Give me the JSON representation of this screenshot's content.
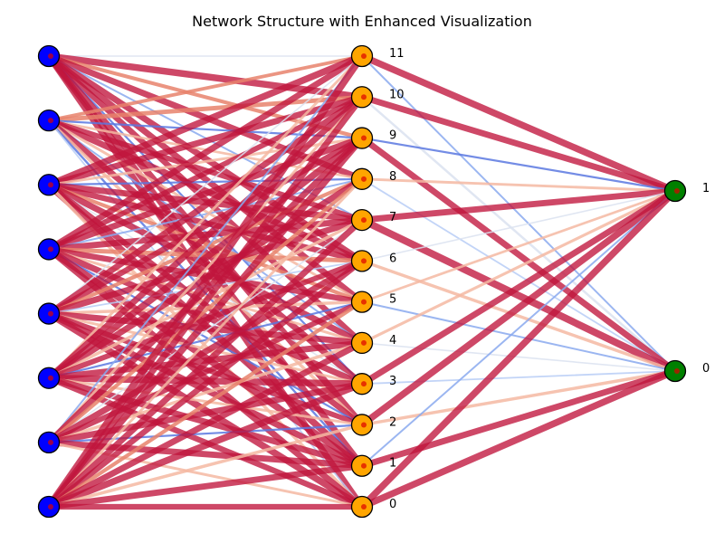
{
  "title": "Network Structure with Enhanced Visualization",
  "colors": {
    "input_node": "#0000ff",
    "hidden_node": "#ffa500",
    "output_node": "#008000",
    "node_edge": "#000000",
    "center_dot": "#dd0000",
    "edge_strong_pos": "#c0143c",
    "edge_mid_pos": "#e8836c",
    "edge_weak_pos": "#f4b8a2",
    "edge_neutral": "#dbe2f0",
    "edge_weak_neg": "#b7cdf6",
    "edge_mid_neg": "#8aa9ef",
    "edge_strong_neg": "#5a78e0"
  },
  "layers": [
    {
      "name": "input",
      "labels": [
        "",
        "",
        "",
        "",
        "",
        "",
        "",
        ""
      ]
    },
    {
      "name": "hidden",
      "labels": [
        "11",
        "10",
        "9",
        "8",
        "7",
        "6",
        "5",
        "4",
        "3",
        "2",
        "1",
        "0"
      ]
    },
    {
      "name": "output",
      "labels": [
        "1",
        "0"
      ]
    }
  ],
  "edges": [
    [
      0,
      0,
      0
    ],
    [
      0,
      0,
      1
    ],
    [
      0,
      0,
      2
    ],
    [
      0,
      0,
      3
    ],
    [
      0,
      0,
      4
    ],
    [
      0,
      0,
      5
    ],
    [
      0,
      0,
      6
    ],
    [
      0,
      0,
      7
    ],
    [
      0,
      0,
      8
    ],
    [
      0,
      0,
      9
    ],
    [
      0,
      0,
      10
    ],
    [
      0,
      0,
      11
    ],
    [
      0,
      1,
      0
    ],
    [
      0,
      1,
      1
    ],
    [
      0,
      1,
      2
    ],
    [
      0,
      1,
      3
    ],
    [
      0,
      1,
      4
    ],
    [
      0,
      1,
      5
    ],
    [
      0,
      1,
      6
    ],
    [
      0,
      1,
      7
    ],
    [
      0,
      1,
      8
    ],
    [
      0,
      1,
      9
    ],
    [
      0,
      1,
      10
    ],
    [
      0,
      1,
      11
    ],
    [
      0,
      2,
      0
    ],
    [
      0,
      2,
      1
    ],
    [
      0,
      2,
      2
    ],
    [
      0,
      2,
      3
    ],
    [
      0,
      2,
      4
    ],
    [
      0,
      2,
      5
    ],
    [
      0,
      2,
      6
    ],
    [
      0,
      2,
      7
    ],
    [
      0,
      2,
      8
    ],
    [
      0,
      2,
      9
    ],
    [
      0,
      2,
      10
    ],
    [
      0,
      2,
      11
    ],
    [
      0,
      3,
      0
    ],
    [
      0,
      3,
      1
    ],
    [
      0,
      3,
      2
    ],
    [
      0,
      3,
      3
    ],
    [
      0,
      3,
      4
    ],
    [
      0,
      3,
      5
    ],
    [
      0,
      3,
      6
    ],
    [
      0,
      3,
      7
    ],
    [
      0,
      3,
      8
    ],
    [
      0,
      3,
      9
    ],
    [
      0,
      3,
      10
    ],
    [
      0,
      3,
      11
    ],
    [
      0,
      4,
      0
    ],
    [
      0,
      4,
      1
    ],
    [
      0,
      4,
      2
    ],
    [
      0,
      4,
      3
    ],
    [
      0,
      4,
      4
    ],
    [
      0,
      4,
      5
    ],
    [
      0,
      4,
      6
    ],
    [
      0,
      4,
      7
    ],
    [
      0,
      4,
      8
    ],
    [
      0,
      4,
      9
    ],
    [
      0,
      4,
      10
    ],
    [
      0,
      4,
      11
    ],
    [
      0,
      5,
      0
    ],
    [
      0,
      5,
      1
    ],
    [
      0,
      5,
      2
    ],
    [
      0,
      5,
      3
    ],
    [
      0,
      5,
      4
    ],
    [
      0,
      5,
      5
    ],
    [
      0,
      5,
      6
    ],
    [
      0,
      5,
      7
    ],
    [
      0,
      5,
      8
    ],
    [
      0,
      5,
      9
    ],
    [
      0,
      5,
      10
    ],
    [
      0,
      5,
      11
    ],
    [
      0,
      6,
      0
    ],
    [
      0,
      6,
      1
    ],
    [
      0,
      6,
      2
    ],
    [
      0,
      6,
      3
    ],
    [
      0,
      6,
      4
    ],
    [
      0,
      6,
      5
    ],
    [
      0,
      6,
      6
    ],
    [
      0,
      6,
      7
    ],
    [
      0,
      6,
      8
    ],
    [
      0,
      6,
      9
    ],
    [
      0,
      6,
      10
    ],
    [
      0,
      6,
      11
    ],
    [
      0,
      7,
      0
    ],
    [
      0,
      7,
      1
    ],
    [
      0,
      7,
      2
    ],
    [
      0,
      7,
      3
    ],
    [
      0,
      7,
      4
    ],
    [
      0,
      7,
      5
    ],
    [
      0,
      7,
      6
    ],
    [
      0,
      7,
      7
    ],
    [
      0,
      7,
      8
    ],
    [
      0,
      7,
      9
    ],
    [
      0,
      7,
      10
    ],
    [
      0,
      7,
      11
    ],
    [
      1,
      0,
      0
    ],
    [
      1,
      0,
      1
    ],
    [
      1,
      1,
      0
    ],
    [
      1,
      1,
      1
    ],
    [
      1,
      2,
      0
    ],
    [
      1,
      2,
      1
    ],
    [
      1,
      3,
      0
    ],
    [
      1,
      3,
      1
    ],
    [
      1,
      4,
      0
    ],
    [
      1,
      4,
      1
    ],
    [
      1,
      5,
      0
    ],
    [
      1,
      5,
      1
    ],
    [
      1,
      6,
      0
    ],
    [
      1,
      6,
      1
    ],
    [
      1,
      7,
      0
    ],
    [
      1,
      7,
      1
    ],
    [
      1,
      8,
      0
    ],
    [
      1,
      8,
      1
    ],
    [
      1,
      9,
      0
    ],
    [
      1,
      9,
      1
    ],
    [
      1,
      10,
      0
    ],
    [
      1,
      10,
      1
    ],
    [
      1,
      11,
      0
    ],
    [
      1,
      11,
      1
    ]
  ],
  "edge_weights": [
    -0.3,
    0.95,
    0.6,
    0.9,
    -0.5,
    0.9,
    0.9,
    0.85,
    -0.6,
    0.95,
    0.9,
    0.9,
    0.55,
    0.7,
    -0.6,
    0.35,
    0.8,
    0.9,
    0.4,
    -0.5,
    0.9,
    0.5,
    -0.7,
    -0.4,
    0.95,
    0.9,
    0.4,
    -0.6,
    0.9,
    0.85,
    0.6,
    0.9,
    -0.3,
    0.85,
    0.95,
    0.5,
    0.9,
    0.8,
    0.9,
    -0.5,
    0.9,
    0.7,
    0.85,
    0.4,
    0.9,
    -0.6,
    0.95,
    0.9,
    -0.3,
    0.9,
    0.85,
    0.6,
    0.9,
    -0.4,
    0.5,
    0.9,
    0.4,
    0.8,
    0.9,
    0.95,
    0.4,
    0.9,
    0.95,
    0.9,
    0.5,
    0.8,
    -0.6,
    0.9,
    0.95,
    0.4,
    0.9,
    0.85,
    -0.5,
    0.4,
    0.9,
    0.6,
    -0.3,
    0.9,
    0.8,
    0.5,
    0.9,
    -0.6,
    0.9,
    0.4,
    0.98,
    0.9,
    0.95,
    0.4,
    0.9,
    0.85,
    0.6,
    0.9,
    0.95,
    0.5,
    0.9,
    0.85,
    0.95,
    -0.5,
    0.9,
    0.3,
    -0.6,
    0.9,
    0.4,
    -0.4,
    0.9,
    0.99,
    -0.3,
    0.5,
    0.35,
    -0.5,
    0.45,
    -0.3,
    0.9,
    -0.4,
    0.95,
    0.5,
    -0.5,
    0.9,
    0.95,
    0.95
  ]
}
